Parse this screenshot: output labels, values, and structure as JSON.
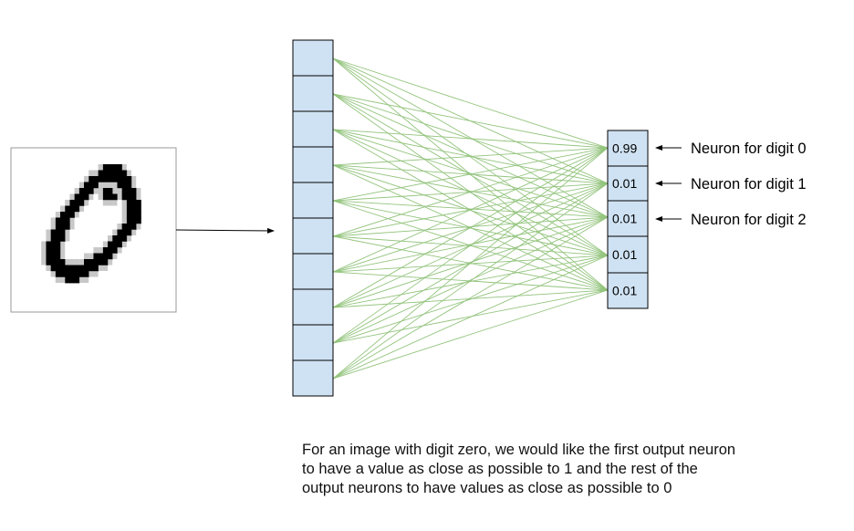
{
  "input_neuron_count": 10,
  "output_neurons": [
    {
      "value": "0.99",
      "label": "Neuron for digit 0"
    },
    {
      "value": "0.01",
      "label": "Neuron for digit 1"
    },
    {
      "value": "0.01",
      "label": "Neuron for digit 2"
    },
    {
      "value": "0.01",
      "label": ""
    },
    {
      "value": "0.01",
      "label": ""
    }
  ],
  "caption": {
    "line1": "For an image with digit zero, we would like the first output neuron",
    "line2": "to have a value as close as possible to 1 and the rest of the",
    "line3": "output neurons to have values as close as possible to 0"
  },
  "colors": {
    "neuron_fill": "#cfe2f3",
    "neuron_stroke": "#000000",
    "connection": "#93c47d",
    "digit_ink": "#000000",
    "frame_border": "#999999"
  }
}
